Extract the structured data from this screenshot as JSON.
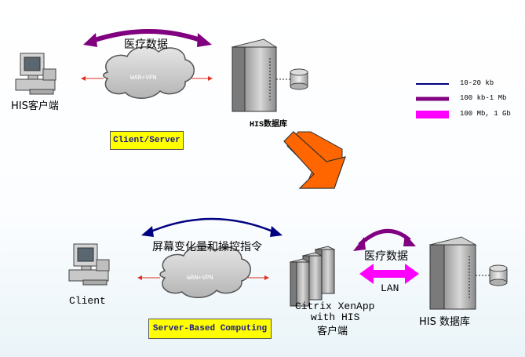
{
  "top": {
    "arrow_label": "医疗数据",
    "client_label": "HIS客户端",
    "wan_label": "WAN+VPN",
    "db_label": "HIS数据库",
    "banner": "Client/Server"
  },
  "legend": {
    "items": [
      {
        "label": "10-20 kb",
        "color": "#000080"
      },
      {
        "label": "100 kb-1 Mb",
        "color": "#800080"
      },
      {
        "label": "100 Mb, 1 Gb",
        "color": "#ff00ff"
      }
    ]
  },
  "bottom": {
    "arrow_label": "屏幕变化量和操控指令",
    "client_label": "Client",
    "wan_label": "WAN+VPN",
    "server_label_1": "Citrix XenApp",
    "server_label_2": "with HIS",
    "server_label_3": "客户端",
    "data_label": "医疗数据",
    "lan_label": "LAN",
    "db_label": "HIS 数据库",
    "banner": "Server-Based Computing"
  },
  "colors": {
    "narrow": "#000080",
    "medium": "#800080",
    "wide": "#ff00ff",
    "transition_arrow": "#ff6600",
    "banner_bg": "#ffff00"
  }
}
